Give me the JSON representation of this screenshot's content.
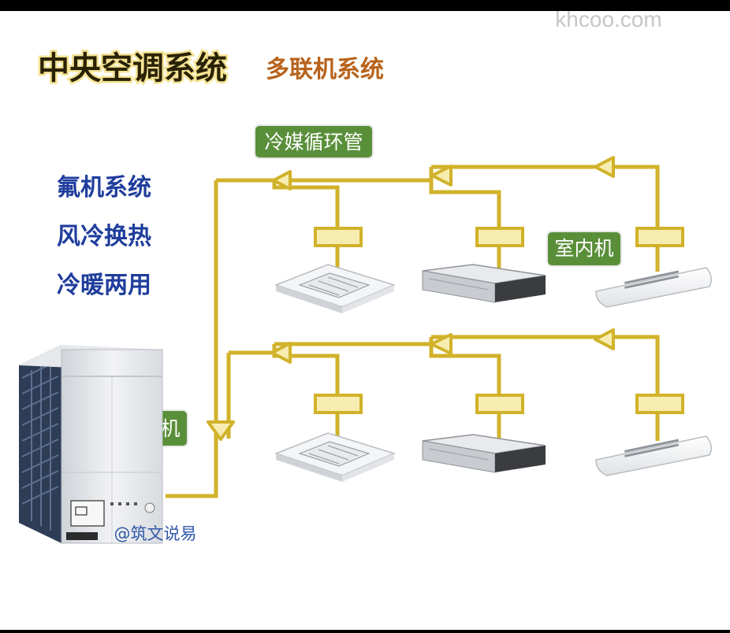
{
  "watermark": "khcoo.com",
  "title_main": "中央空调系统",
  "title_sub": "多联机系统",
  "features": [
    "氟机系统",
    "风冷换热",
    "冷暖两用"
  ],
  "labels": {
    "refrigerant_pipe": "冷媒循环管",
    "indoor_unit": "室内机",
    "outdoor_unit": "室外机"
  },
  "credit": "@筑文说易",
  "colors": {
    "pipe": "#d1b22a",
    "label_bg": "#5a8f3a",
    "title_sub": "#b8621b",
    "feature_text": "#1f3d9c",
    "connector": "#f8edb0"
  }
}
